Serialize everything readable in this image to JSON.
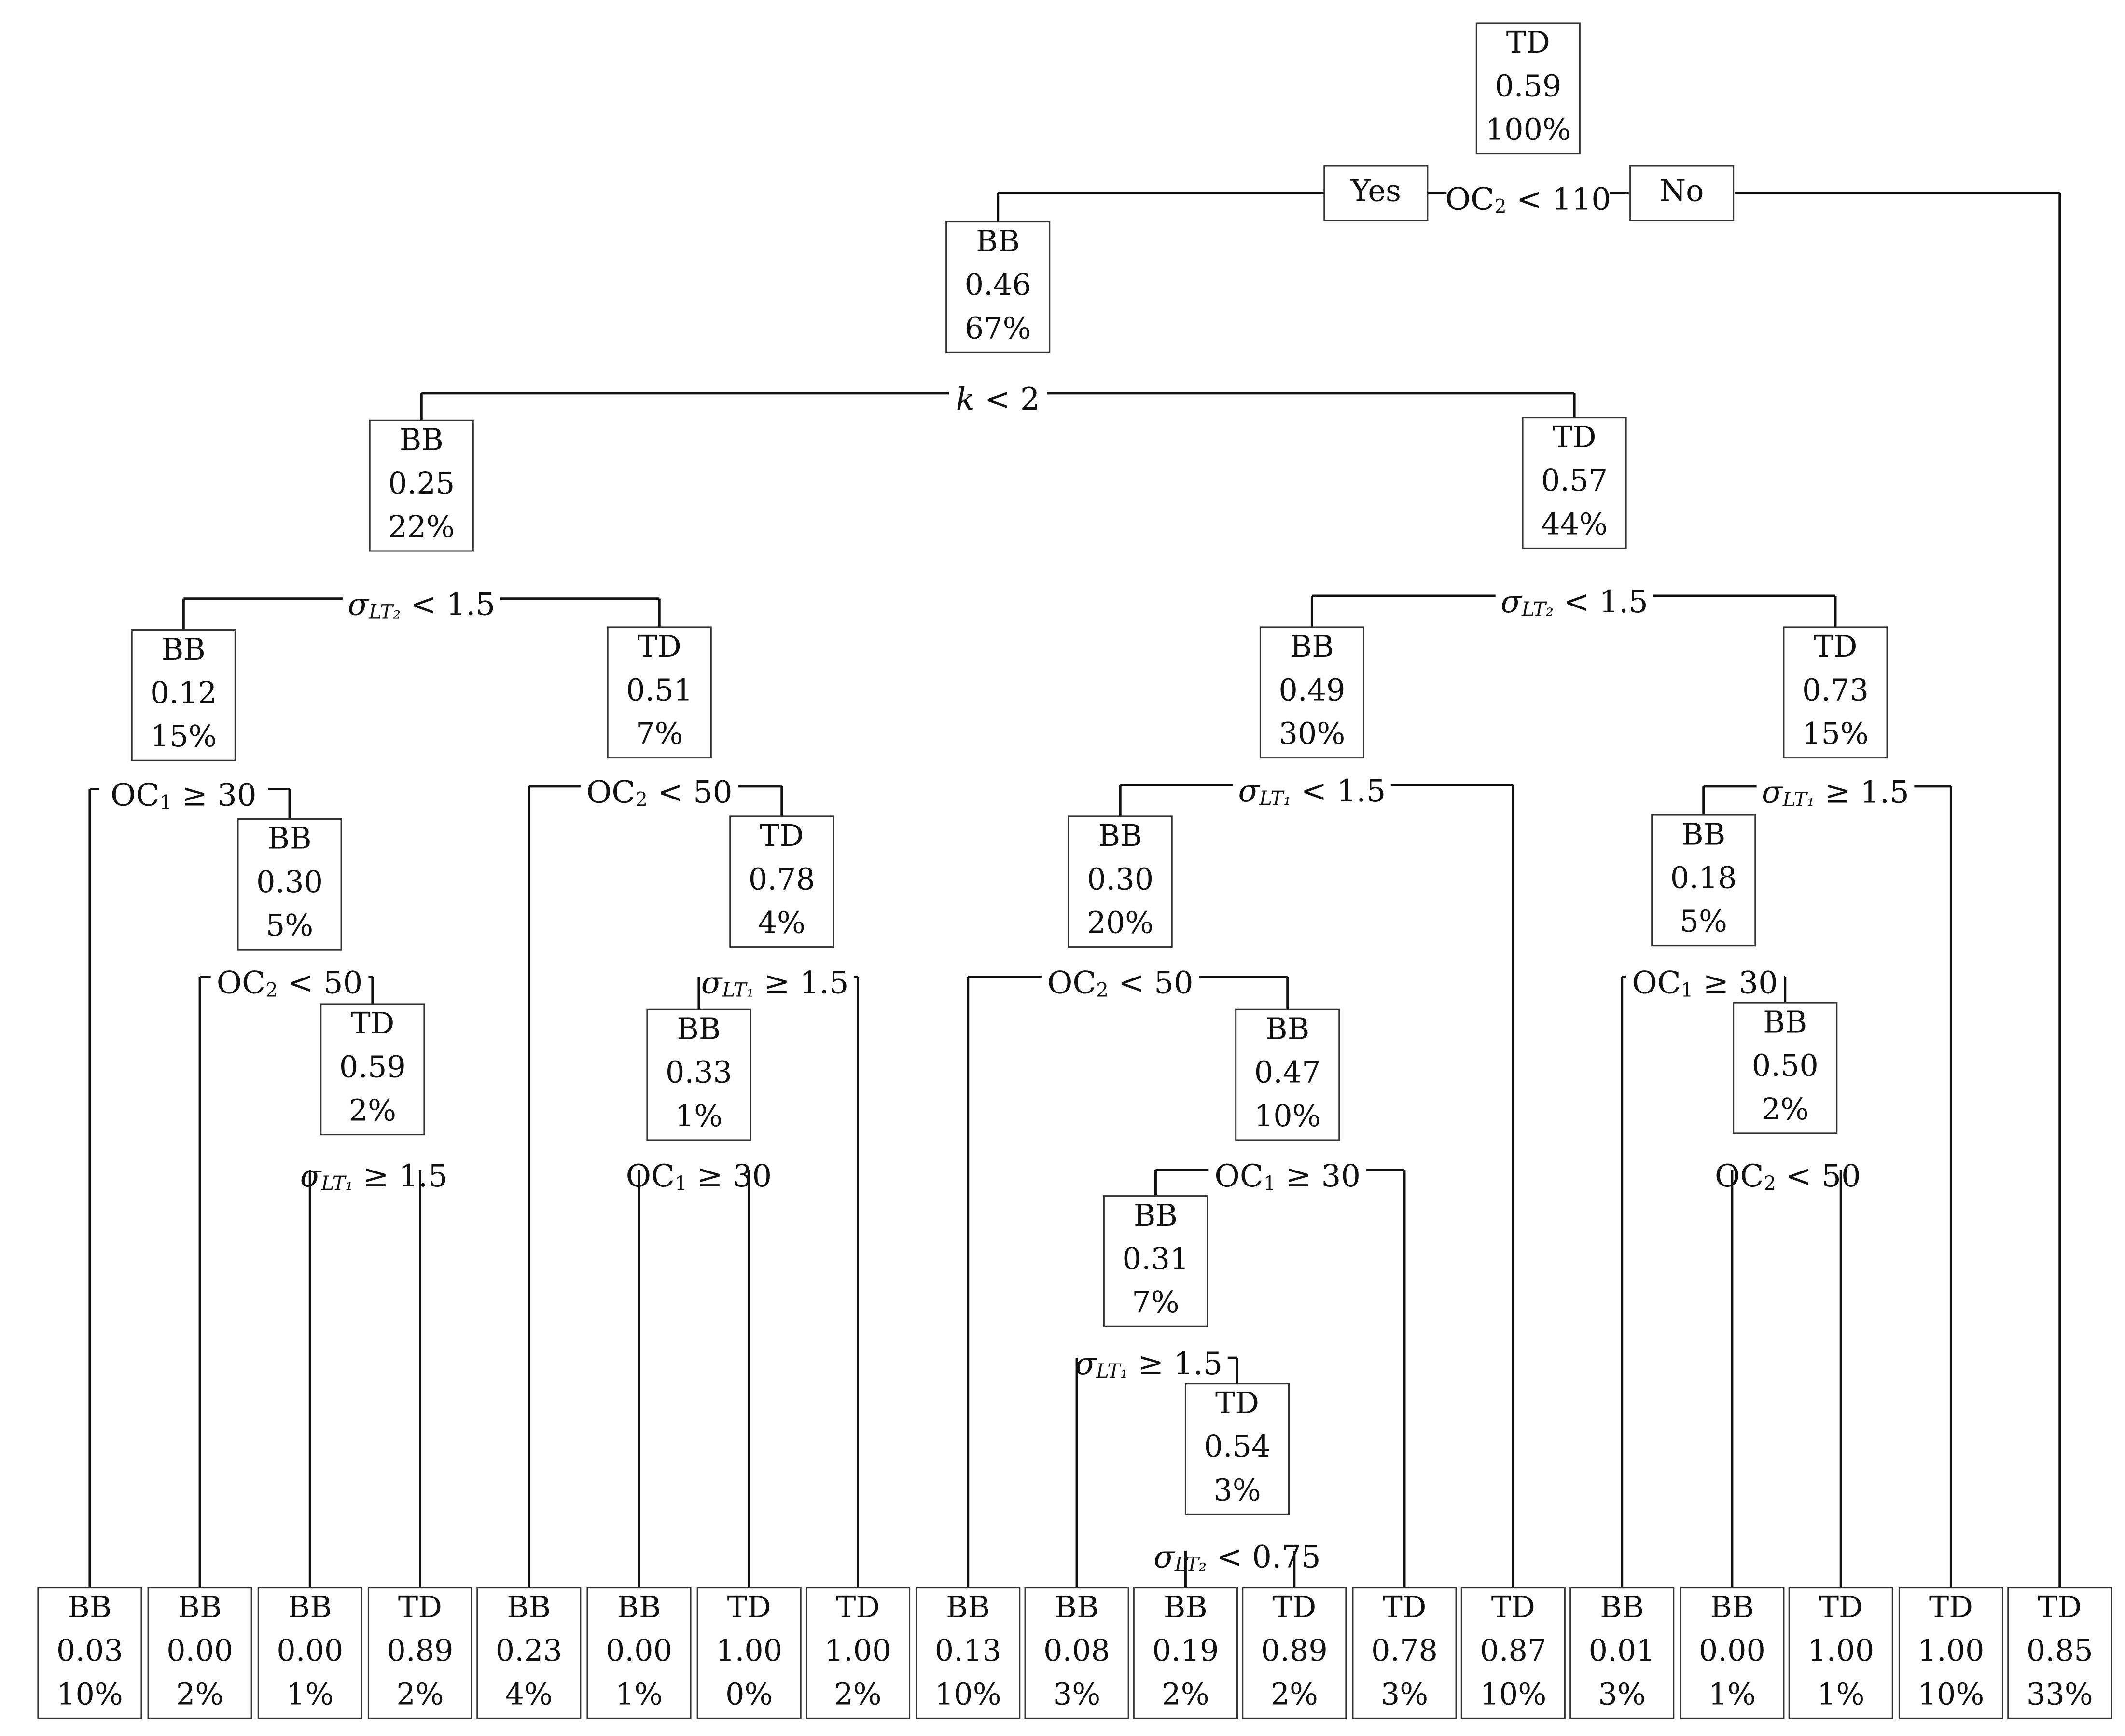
{
  "tree": {
    "yes_label": "Yes",
    "no_label": "No",
    "nodes": [
      {
        "id": "n0",
        "cls": "TD",
        "val": "0.59",
        "pct": "100%"
      },
      {
        "id": "n1",
        "cls": "BB",
        "val": "0.46",
        "pct": "67%"
      },
      {
        "id": "n2",
        "cls": "BB",
        "val": "0.25",
        "pct": "22%"
      },
      {
        "id": "n3",
        "cls": "TD",
        "val": "0.57",
        "pct": "44%"
      },
      {
        "id": "n4",
        "cls": "BB",
        "val": "0.12",
        "pct": "15%"
      },
      {
        "id": "n5",
        "cls": "TD",
        "val": "0.51",
        "pct": "7%"
      },
      {
        "id": "n6",
        "cls": "BB",
        "val": "0.49",
        "pct": "30%"
      },
      {
        "id": "n7",
        "cls": "TD",
        "val": "0.73",
        "pct": "15%"
      },
      {
        "id": "n8",
        "cls": "BB",
        "val": "0.30",
        "pct": "5%"
      },
      {
        "id": "n9",
        "cls": "TD",
        "val": "0.78",
        "pct": "4%"
      },
      {
        "id": "n10",
        "cls": "BB",
        "val": "0.30",
        "pct": "20%"
      },
      {
        "id": "n11",
        "cls": "BB",
        "val": "0.18",
        "pct": "5%"
      },
      {
        "id": "n12",
        "cls": "TD",
        "val": "0.59",
        "pct": "2%"
      },
      {
        "id": "n13",
        "cls": "BB",
        "val": "0.33",
        "pct": "1%"
      },
      {
        "id": "n14",
        "cls": "BB",
        "val": "0.47",
        "pct": "10%"
      },
      {
        "id": "n15",
        "cls": "BB",
        "val": "0.50",
        "pct": "2%"
      },
      {
        "id": "n16",
        "cls": "BB",
        "val": "0.31",
        "pct": "7%"
      },
      {
        "id": "n17",
        "cls": "TD",
        "val": "0.54",
        "pct": "3%"
      },
      {
        "id": "l1",
        "cls": "BB",
        "val": "0.03",
        "pct": "10%"
      },
      {
        "id": "l2",
        "cls": "BB",
        "val": "0.00",
        "pct": "2%"
      },
      {
        "id": "l3",
        "cls": "BB",
        "val": "0.00",
        "pct": "1%"
      },
      {
        "id": "l4",
        "cls": "TD",
        "val": "0.89",
        "pct": "2%"
      },
      {
        "id": "l5",
        "cls": "BB",
        "val": "0.23",
        "pct": "4%"
      },
      {
        "id": "l6",
        "cls": "BB",
        "val": "0.00",
        "pct": "1%"
      },
      {
        "id": "l7",
        "cls": "TD",
        "val": "1.00",
        "pct": "0%"
      },
      {
        "id": "l8",
        "cls": "TD",
        "val": "1.00",
        "pct": "2%"
      },
      {
        "id": "l9",
        "cls": "BB",
        "val": "0.13",
        "pct": "10%"
      },
      {
        "id": "l10",
        "cls": "BB",
        "val": "0.08",
        "pct": "3%"
      },
      {
        "id": "l11",
        "cls": "BB",
        "val": "0.19",
        "pct": "2%"
      },
      {
        "id": "l12",
        "cls": "TD",
        "val": "0.89",
        "pct": "2%"
      },
      {
        "id": "l13",
        "cls": "TD",
        "val": "0.78",
        "pct": "3%"
      },
      {
        "id": "l14",
        "cls": "TD",
        "val": "0.87",
        "pct": "10%"
      },
      {
        "id": "l15",
        "cls": "BB",
        "val": "0.01",
        "pct": "3%"
      },
      {
        "id": "l16",
        "cls": "BB",
        "val": "0.00",
        "pct": "1%"
      },
      {
        "id": "l17",
        "cls": "TD",
        "val": "1.00",
        "pct": "1%"
      },
      {
        "id": "l18",
        "cls": "TD",
        "val": "1.00",
        "pct": "10%"
      },
      {
        "id": "l19",
        "cls": "TD",
        "val": "0.85",
        "pct": "33%"
      }
    ],
    "splits": [
      {
        "id": "s0",
        "pre": "OC",
        "sub": "2",
        "post": " < 110"
      },
      {
        "id": "s1",
        "pre": "k",
        "sub": "",
        "post": " < 2",
        "italic": true
      },
      {
        "id": "s2",
        "pre": "σ",
        "sub": "LT₂",
        "post": " < 1.5"
      },
      {
        "id": "s3",
        "pre": "σ",
        "sub": "LT₂",
        "post": " < 1.5"
      },
      {
        "id": "s4",
        "pre": "OC",
        "sub": "1",
        "post": " ≥ 30"
      },
      {
        "id": "s5",
        "pre": "OC",
        "sub": "2",
        "post": " < 50"
      },
      {
        "id": "s6",
        "pre": "σ",
        "sub": "LT₁",
        "post": " < 1.5"
      },
      {
        "id": "s7",
        "pre": "σ",
        "sub": "LT₁",
        "post": " ≥ 1.5"
      },
      {
        "id": "s8",
        "pre": "OC",
        "sub": "2",
        "post": " < 50"
      },
      {
        "id": "s9",
        "pre": "σ",
        "sub": "LT₁",
        "post": " ≥ 1.5"
      },
      {
        "id": "s10",
        "pre": "OC",
        "sub": "2",
        "post": " < 50"
      },
      {
        "id": "s11",
        "pre": "OC",
        "sub": "1",
        "post": " ≥ 30"
      },
      {
        "id": "s12",
        "pre": "σ",
        "sub": "LT₁",
        "post": " ≥ 1.5"
      },
      {
        "id": "s13",
        "pre": "OC",
        "sub": "1",
        "post": " ≥ 30"
      },
      {
        "id": "s14",
        "pre": "OC",
        "sub": "1",
        "post": " ≥ 30"
      },
      {
        "id": "s15",
        "pre": "OC",
        "sub": "2",
        "post": " < 50"
      },
      {
        "id": "s16",
        "pre": "σ",
        "sub": "LT₁",
        "post": " ≥ 1.5"
      },
      {
        "id": "s17",
        "pre": "σ",
        "sub": "LT₂",
        "post": " < 0.75"
      }
    ]
  }
}
